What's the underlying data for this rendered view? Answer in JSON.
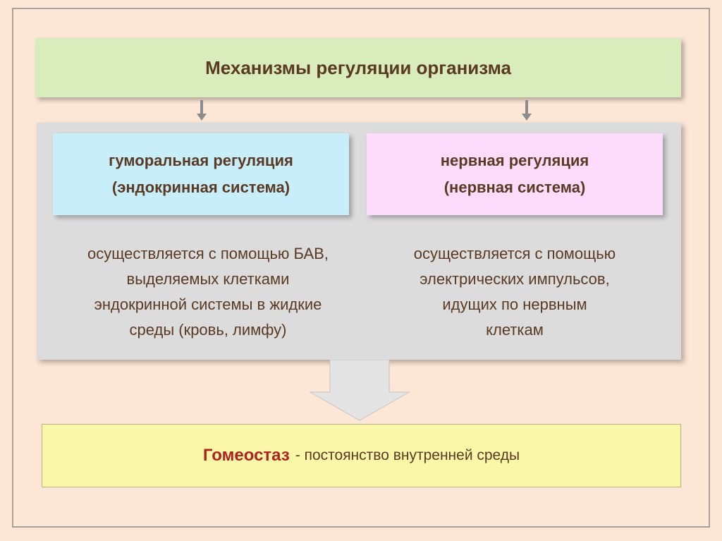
{
  "title": "Механизмы регуляции организма",
  "humoral": {
    "line1": "гуморальная регуляция",
    "line2": "(эндокринная система)",
    "description": [
      "осуществляется с помощью БАВ,",
      "выделяемых клетками",
      "эндокринной системы в жидкие",
      "среды (кровь, лимфу)"
    ]
  },
  "nervous": {
    "line1": "нервная регуляция",
    "line2": "(нервная система)",
    "description": [
      "осуществляется с помощью",
      "электрических импульсов,",
      "идущих по нервным",
      "клеткам"
    ]
  },
  "homeostasis": {
    "term": "Гомеостаз",
    "definition": "- постоянство внутренней среды"
  },
  "colors": {
    "background": "#fce6d6",
    "title_box": "#d8ecbc",
    "humoral_box": "#c8eefa",
    "nervous_box": "#fddcfb",
    "panel": "#dcdcdc",
    "homeostasis_box": "#fbf7a8",
    "text": "#5a3a22",
    "accent": "#b02121"
  }
}
